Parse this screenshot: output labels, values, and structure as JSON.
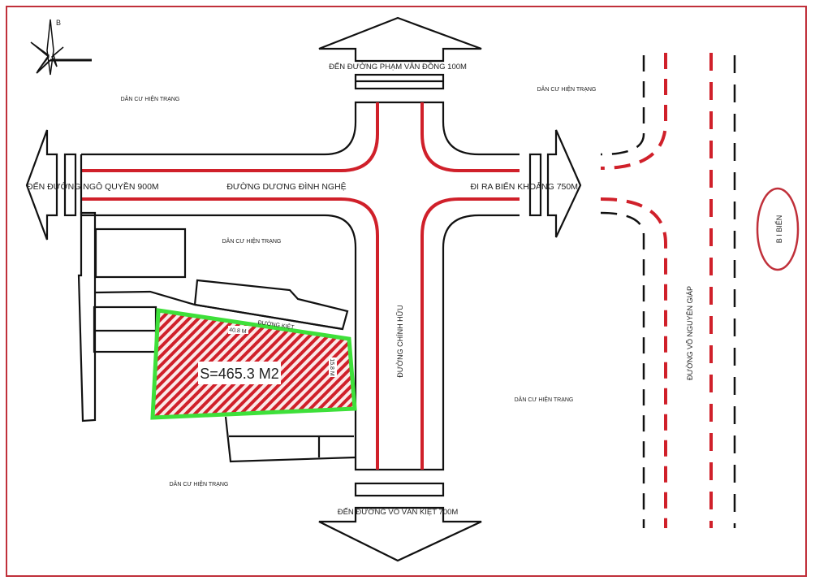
{
  "compass": {
    "north_label": "B"
  },
  "roads": {
    "top_destination": "ĐẾN ĐƯỜNG PHẠM VĂN ĐỒNG 100M",
    "left_destination": "ĐẾN ĐƯỜNG NGÔ QUYỀN 900M",
    "horizontal_road": "ĐƯỜNG DƯƠNG ĐÌNH NGHỆ",
    "right_destination": "ĐI RA BIỂN KHOẢNG 750M",
    "vertical_road": "ĐƯỜNG CHÍNH HỮU",
    "bottom_destination": "ĐẾN ĐƯỜNG VÕ VĂN KIỆT 700M",
    "coastal_road": "ĐƯỜNG VÕ NGUYÊN GIÁP",
    "alley": "ĐƯỜNG KIỆT"
  },
  "residential_areas": [
    "DÂN CƯ HIỆN TRẠNG",
    "DÂN CƯ HIỆN TRẠNG",
    "DÂN CƯ HIỆN TRẠNG",
    "DÂN CƯ HIỆN TRẠNG",
    "DÂN CƯ HIỆN TRẠNG"
  ],
  "beach": {
    "label": "B I BIỂN"
  },
  "lot": {
    "area": "S=465.3 M2",
    "length": "40.8 M",
    "width": "15.8 M",
    "outline_color": "#3ee03a",
    "hatch_color": "#d0202a"
  },
  "colors": {
    "frame": "#c0303a",
    "road_edge": "#111111",
    "road_lane": "#d0202a"
  }
}
